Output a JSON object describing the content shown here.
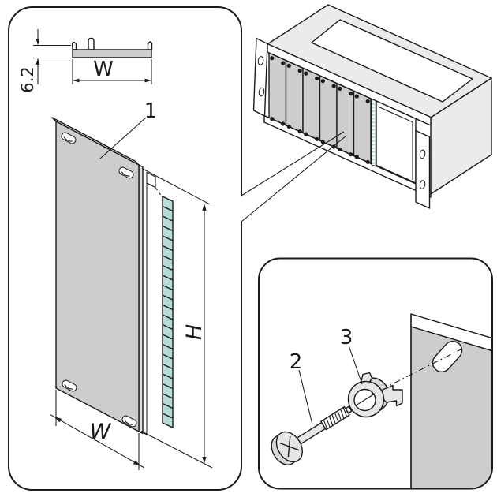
{
  "figure": {
    "callouts": {
      "front_panel": "1",
      "screw": "2",
      "retaining_collar": "3"
    },
    "dimensions": {
      "profile_depth": "6.2",
      "profile_width": "W",
      "panel_width": "W",
      "panel_height": "H"
    },
    "colors": {
      "line": "#1a1a1a",
      "panel-fill": "#cdcdcd",
      "face-light": "#ebebeb",
      "side-fill": "#e0e0e0",
      "gasket": "#b5dcd8",
      "background": "#ffffff"
    }
  }
}
